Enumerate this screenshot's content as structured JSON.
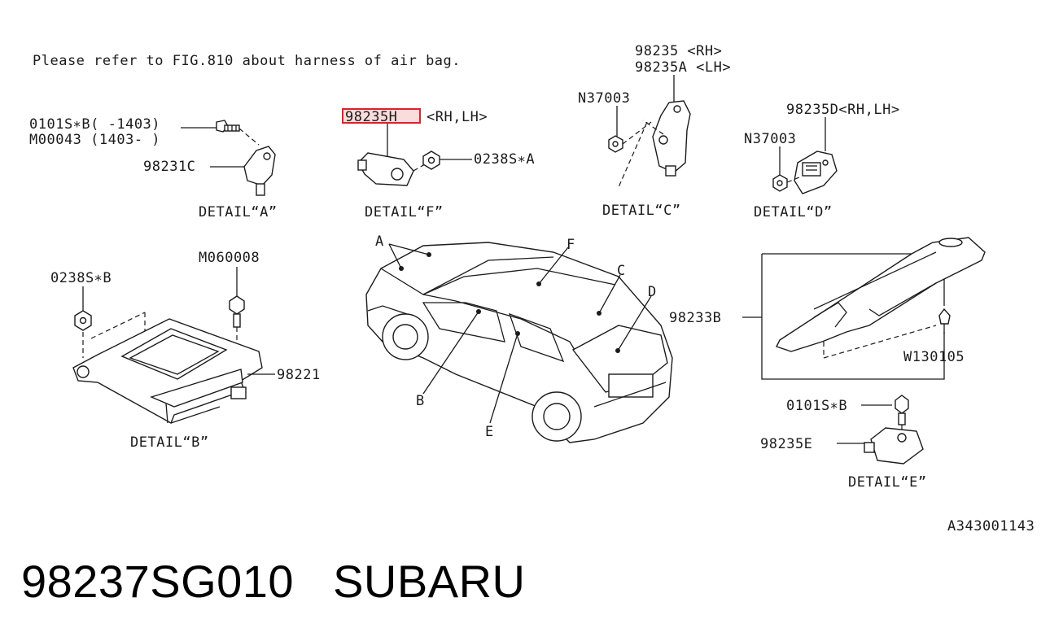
{
  "note": "Please refer to FIG.810 about harness of air bag.",
  "details": {
    "A": {
      "title": "DETAIL“A”",
      "label_1": "0101S∗B( -1403)",
      "label_2": "M00043 (1403- )",
      "label_3": "98231C"
    },
    "F": {
      "title": "DETAIL“F”",
      "label_1": "98235H",
      "label_1_suffix": "<RH,LH>",
      "label_2": "0238S∗A"
    },
    "C": {
      "title": "DETAIL“C”",
      "label_1": "98235  <RH>",
      "label_2": "98235A <LH>",
      "label_3": "N37003"
    },
    "D": {
      "title": "DETAIL“D”",
      "label_1": "98235D<RH,LH>",
      "label_2": "N37003"
    },
    "B": {
      "title": "DETAIL“B”",
      "label_1": "0238S∗B",
      "label_2": "M060008",
      "label_3": "98221"
    },
    "E": {
      "title": "DETAIL“E”",
      "label_1": "0101S∗B",
      "label_2": "98235E"
    }
  },
  "frame": {
    "label_1": "98233B",
    "label_2": "W130105"
  },
  "car_letters": [
    "A",
    "F",
    "C",
    "D",
    "B",
    "E"
  ],
  "diagram_code": "A343001143",
  "caption": {
    "part_number": "98237SG010",
    "brand": "SUBARU"
  },
  "highlight_color": "#e0202a"
}
